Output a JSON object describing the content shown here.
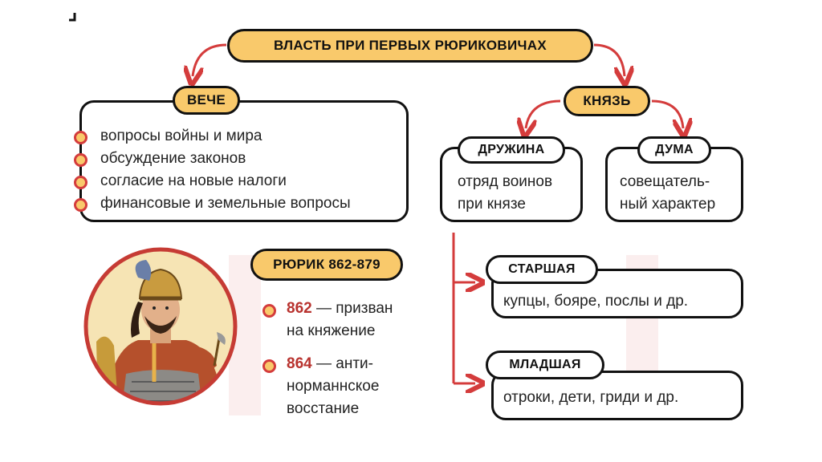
{
  "title": "ВЛАСТЬ ПРИ ПЕРВЫХ РЮРИКОВИЧАХ",
  "veche": {
    "label": "ВЕЧЕ",
    "items": [
      "вопросы войны и мира",
      "обсуждение законов",
      "согласие на новые налоги",
      "финансовые и земельные вопросы"
    ]
  },
  "knyaz": {
    "label": "КНЯЗЬ"
  },
  "druzhina": {
    "label": "ДРУЖИНА",
    "lines": [
      "отряд воинов",
      "при князе"
    ]
  },
  "duma": {
    "label": "ДУМА",
    "lines": [
      "совещатель-",
      "ный характер"
    ]
  },
  "starshaya": {
    "label": "СТАРШАЯ",
    "text": "купцы, бояре, послы и др."
  },
  "mladshaya": {
    "label": "МЛАДШАЯ",
    "text": "отроки, дети, гриди и др."
  },
  "rurik": {
    "label": "РЮРИК 862-879",
    "events": [
      {
        "year": "862",
        "line1": " — призван",
        "line2": "на княжение"
      },
      {
        "year": "864",
        "line1": " — анти-",
        "line2": "норманнское",
        "line3": "восстание"
      }
    ]
  },
  "colors": {
    "accent": "#f9c96b",
    "arrow": "#d43c3c",
    "border": "#111111"
  },
  "icons": [
    "portrait-icon",
    "corner-mark-icon"
  ]
}
